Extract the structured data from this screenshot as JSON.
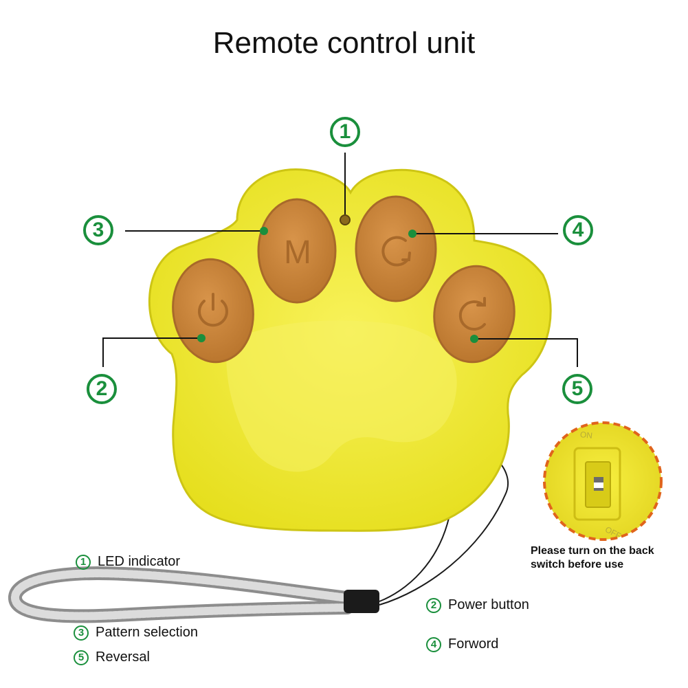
{
  "title": "Remote control unit",
  "callouts": {
    "c1": "1",
    "c2": "2",
    "c3": "3",
    "c4": "4",
    "c5": "5"
  },
  "buttons": {
    "pattern": "M"
  },
  "switch": {
    "on": "ON",
    "off": "OFF"
  },
  "note": "Please turn on the back switch before use",
  "legend": [
    {
      "num": "1",
      "label": "LED indicator"
    },
    {
      "num": "2",
      "label": "Power button"
    },
    {
      "num": "3",
      "label": "Pattern selection"
    },
    {
      "num": "4",
      "label": "Forword"
    },
    {
      "num": "5",
      "label": "Reversal"
    }
  ],
  "colors": {
    "accent": "#1a8f3c",
    "body": "#f2ec2c",
    "button": "#cf8a3e",
    "dashed_ring": "#e0641c"
  }
}
